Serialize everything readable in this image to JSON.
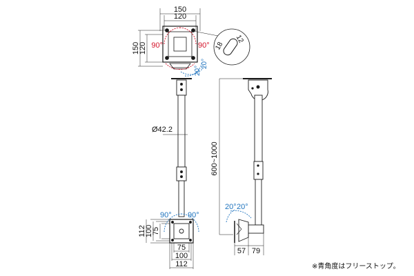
{
  "top_view": {
    "width_outer": "150",
    "width_inner": "120",
    "height_outer": "150",
    "height_inner": "120",
    "swivel_left": "90°",
    "swivel_right": "90°",
    "tilt_left": "20°",
    "tilt_right": "20°",
    "slot_length": "18",
    "slot_width": "12"
  },
  "front_view": {
    "pole_diameter": "Ø42.2",
    "swivel_left": "90°",
    "swivel_right": "90°",
    "plate_height_outer": "112",
    "plate_height_mid": "100",
    "plate_height_inner": "75",
    "plate_width_inner": "75",
    "plate_width_mid": "100",
    "plate_width_outer": "112"
  },
  "side_view": {
    "height_range": "600~1000",
    "tilt_left": "20°",
    "tilt_right": "20°",
    "depth_left": "57",
    "depth_right": "79"
  },
  "note": "※青角度はフリーストップ。",
  "colors": {
    "line": "#1a1a1a",
    "red": "#d4142a",
    "blue": "#1e73be"
  }
}
